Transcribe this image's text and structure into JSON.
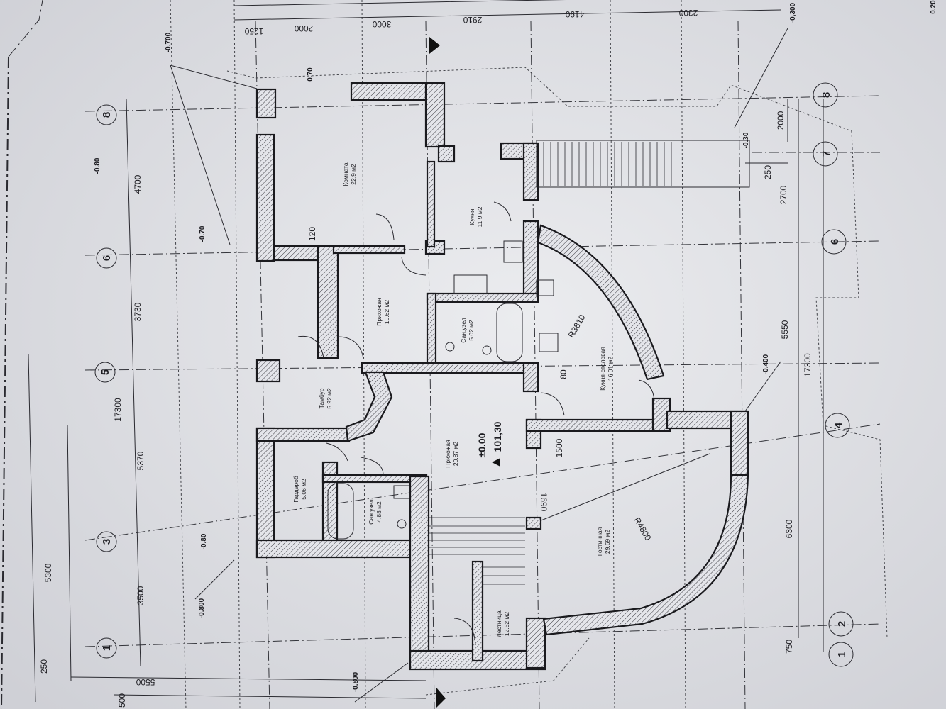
{
  "top_dims": [
    "1250",
    "2000",
    "3000",
    "2910",
    "4190",
    "2300"
  ],
  "left_dims": [
    "4700",
    "3730",
    "17300",
    "5370",
    "3500",
    "5500",
    "5300",
    "250",
    "500"
  ],
  "right_dims": [
    "2000",
    "250",
    "2700",
    "5550",
    "17300",
    "6300",
    "750"
  ],
  "inner_dims": [
    "120",
    "80",
    "1500",
    "1690"
  ],
  "radii": [
    "R3810",
    "R4800"
  ],
  "levels": [
    "-0.700",
    "0.70",
    "-0.80",
    "-0.70",
    "-0.80",
    "-0.800",
    "-0.800",
    "-0.30",
    "-0.400",
    "-0,300",
    "0.20"
  ],
  "axes_left": [
    "8",
    "6",
    "5",
    "3",
    "1"
  ],
  "axes_right": [
    "8",
    "7",
    "6",
    "4",
    "2",
    "1"
  ],
  "center_level": "±0.00",
  "center_mark": "101,30",
  "rooms": [
    {
      "name": "Комната",
      "area": "22.9 м2"
    },
    {
      "name": "Кухня",
      "area": "11.9 м2"
    },
    {
      "name": "Прихожая",
      "area": "10.62 м2"
    },
    {
      "name": "Сан.узел",
      "area": "5.02 м2"
    },
    {
      "name": "Тамбур",
      "area": "5.92 м2"
    },
    {
      "name": "Прихожая",
      "area": "20.87 м2"
    },
    {
      "name": "Кухня-столовая",
      "area": "16.01 м2"
    },
    {
      "name": "Гардероб",
      "area": "5.06 м2"
    },
    {
      "name": "Сан.узел",
      "area": "4.88 м2"
    },
    {
      "name": "Гостинная",
      "area": "29.69 м2"
    },
    {
      "name": "Лестница",
      "area": "12.52 м2"
    }
  ]
}
